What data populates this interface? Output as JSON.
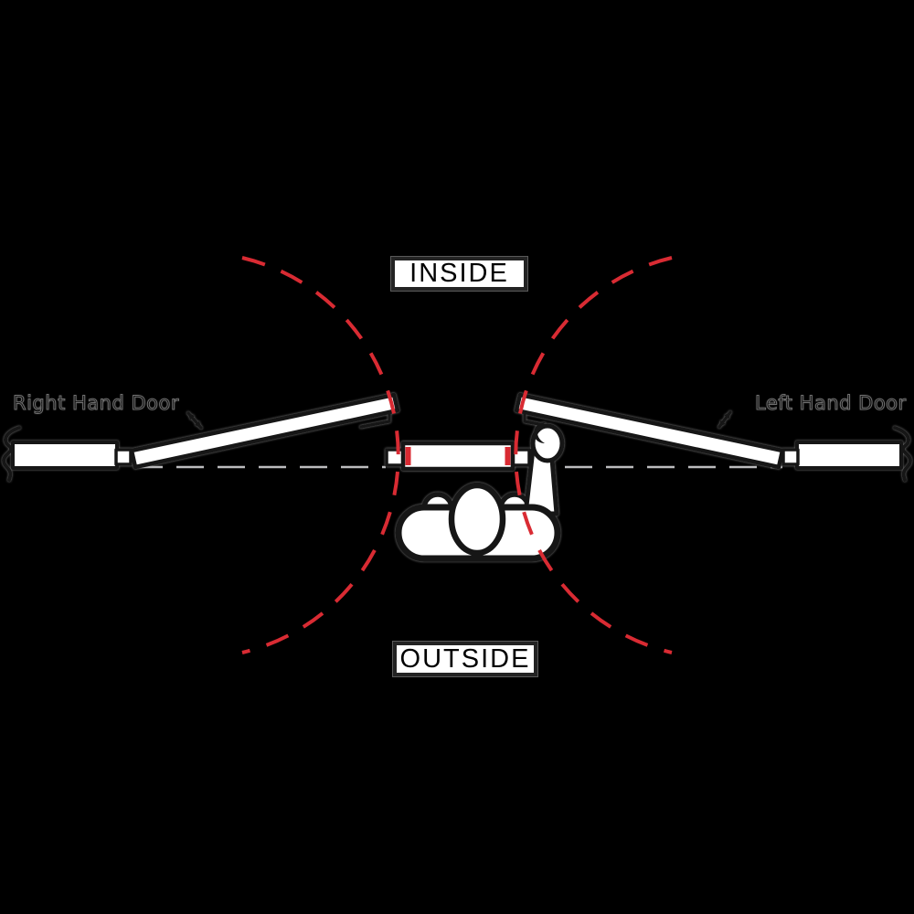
{
  "labels": {
    "inside": "INSIDE",
    "outside": "OUTSIDE",
    "right_hand_door": "Right Hand Door",
    "left_hand_door": "Left Hand Door"
  },
  "colors": {
    "background": "#000000",
    "ink": "#141414",
    "paper": "#ffffff",
    "halo": "#8e8e8e",
    "accent_red": "#d92b33",
    "dash_gray": "#bcbcbe",
    "box_border": "#232323",
    "ghost_text": "#0a0a0a",
    "ghost_stroke": "#6f6f6f"
  }
}
